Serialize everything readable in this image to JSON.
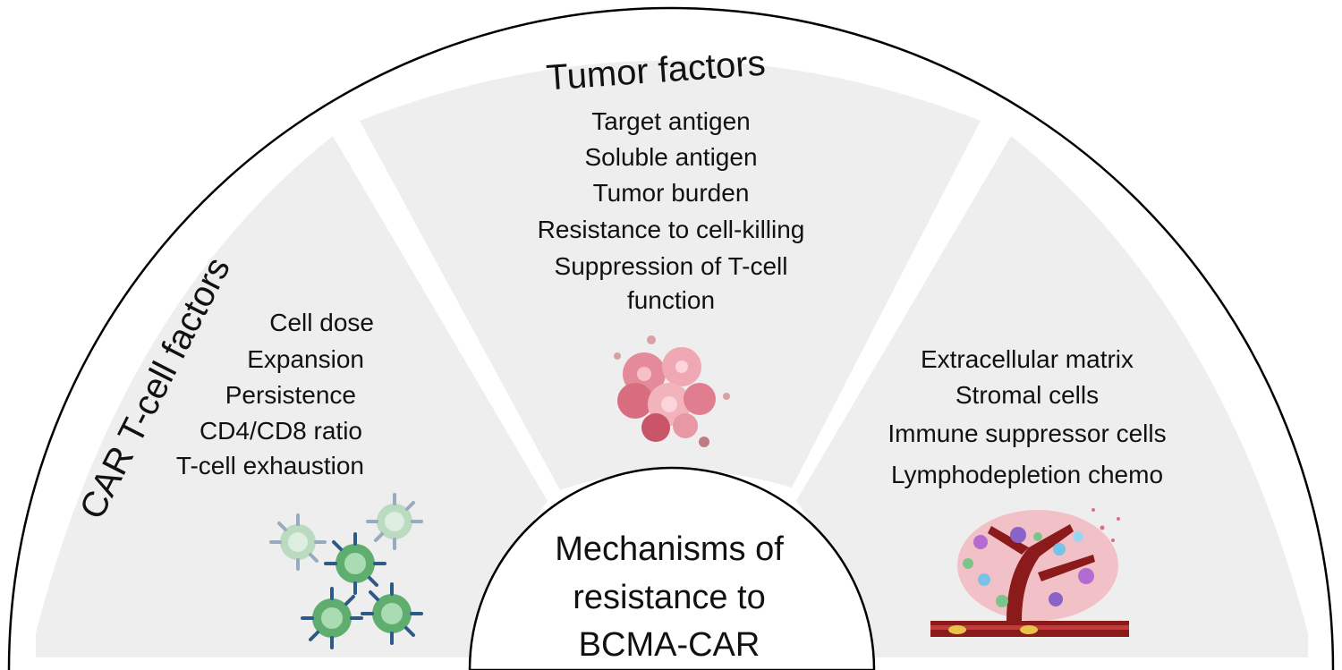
{
  "center": {
    "lines": [
      "Mechanisms of",
      "resistance to",
      "BCMA-CAR"
    ]
  },
  "sectors": {
    "car_t": {
      "title": "CAR T-cell factors",
      "items": [
        "Cell dose",
        "Expansion",
        "Persistence",
        "CD4/CD8 ratio",
        "T-cell exhaustion"
      ]
    },
    "tumor": {
      "title": "Tumor factors",
      "items": [
        "Target antigen",
        "Soluble antigen",
        "Tumor burden",
        "Resistance to cell-killing",
        "Suppression of T-cell",
        "function"
      ]
    },
    "microenvironment": {
      "items": [
        "Extracellular matrix",
        "Stromal cells",
        "Immune suppressor cells",
        "Lymphodepletion chemo"
      ]
    }
  },
  "icons": {
    "car_t": "t-cells-icon",
    "tumor": "tumor-cluster-icon",
    "microenvironment": "blood-vessel-icon"
  },
  "colors": {
    "sector_fill": "#eeeeee",
    "outline": "#000000",
    "t_cell_green": "#7cc58a",
    "tumor_pink": "#e58a9a",
    "vessel_red": "#8b1a1a"
  }
}
